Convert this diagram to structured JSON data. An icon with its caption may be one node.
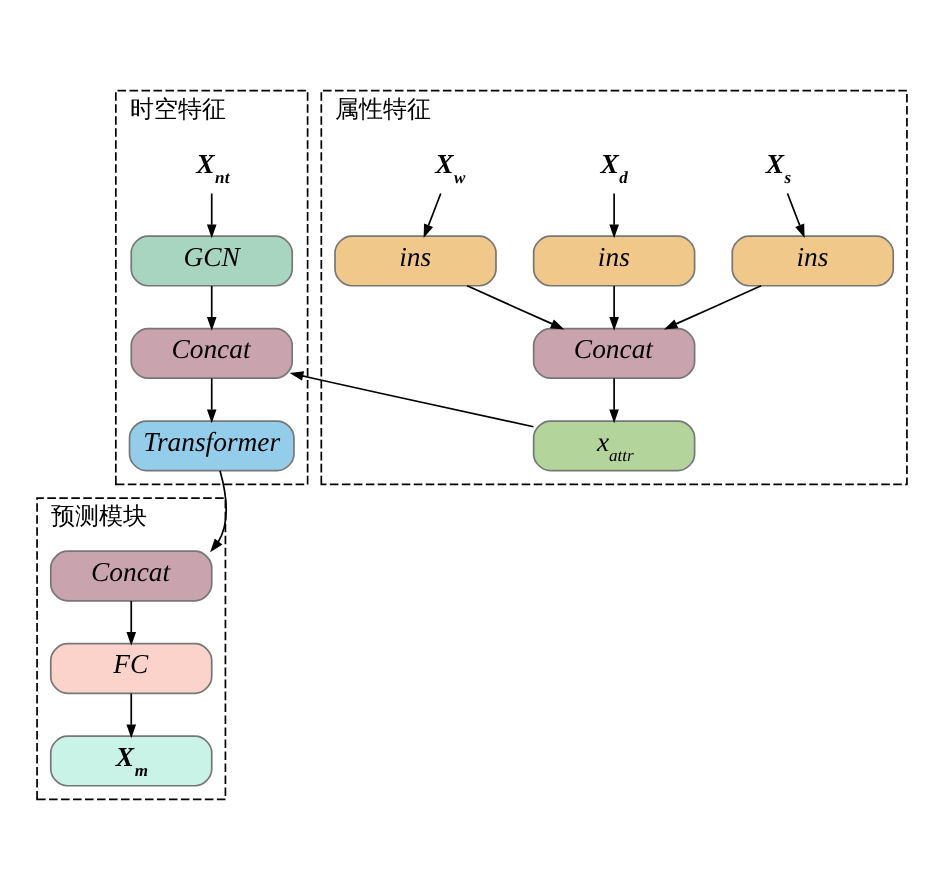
{
  "diagram": {
    "nodes": [
      {
        "text": [
          "时空特征"
        ]
      },
      {
        "text": [
          "X$_{nt}$"
        ],
        "in": 0
      },
      {
        "text": [
          "GCN"
        ],
        "in": 0
      },
      {
        "text": [
          "Concat"
        ],
        "in": 0
      },
      {
        "text": [
          "Transformer"
        ],
        "in": 0
      },
      {
        "text": [
          "属性特征"
        ]
      },
      {
        "text": [
          "X$_{w}$"
        ],
        "in": 5
      },
      {
        "text": [
          "X$_{d}$"
        ],
        "in": 5
      },
      {
        "text": [
          "X$_{s}$"
        ],
        "in": 5
      },
      {
        "text": [
          "ins"
        ],
        "in": 5
      },
      {
        "text": [
          "ins"
        ],
        "in": 5
      },
      {
        "text": [
          "ins"
        ],
        "in": 5
      },
      {
        "text": [
          "Concat"
        ],
        "in": 5
      },
      {
        "text": [
          "x$_{attr}$"
        ],
        "in": 5
      },
      {
        "text": [
          "预测模块"
        ]
      },
      {
        "text": [
          "Concat"
        ],
        "in": 14
      },
      {
        "text": [
          "FC"
        ],
        "in": 14
      },
      {
        "text": [
          "X$_{m}$"
        ],
        "in": 14
      }
    ],
    "edges": [
      {
        "from": 1,
        "to": 2,
        "arrow": "to"
      },
      {
        "from": 2,
        "to": 3,
        "arrow": "to"
      },
      {
        "from": 3,
        "to": 4,
        "arrow": "to"
      },
      {
        "from": 6,
        "to": 9,
        "arrow": "to"
      },
      {
        "from": 7,
        "to": 10,
        "arrow": "to"
      },
      {
        "from": 8,
        "to": 11,
        "arrow": "to"
      },
      {
        "from": 9,
        "to": 12,
        "arrow": "to"
      },
      {
        "from": 10,
        "to": 12,
        "arrow": "to"
      },
      {
        "from": 11,
        "to": 12,
        "arrow": "to"
      },
      {
        "from": 12,
        "to": 13,
        "arrow": "to"
      },
      {
        "from": 13,
        "to": 3,
        "arrow": "to"
      },
      {
        "from": 4,
        "to": 15,
        "arrow": "to"
      },
      {
        "from": 15,
        "to": 16,
        "arrow": "to"
      },
      {
        "from": 16,
        "to": 17,
        "arrow": "to"
      }
    ]
  }
}
